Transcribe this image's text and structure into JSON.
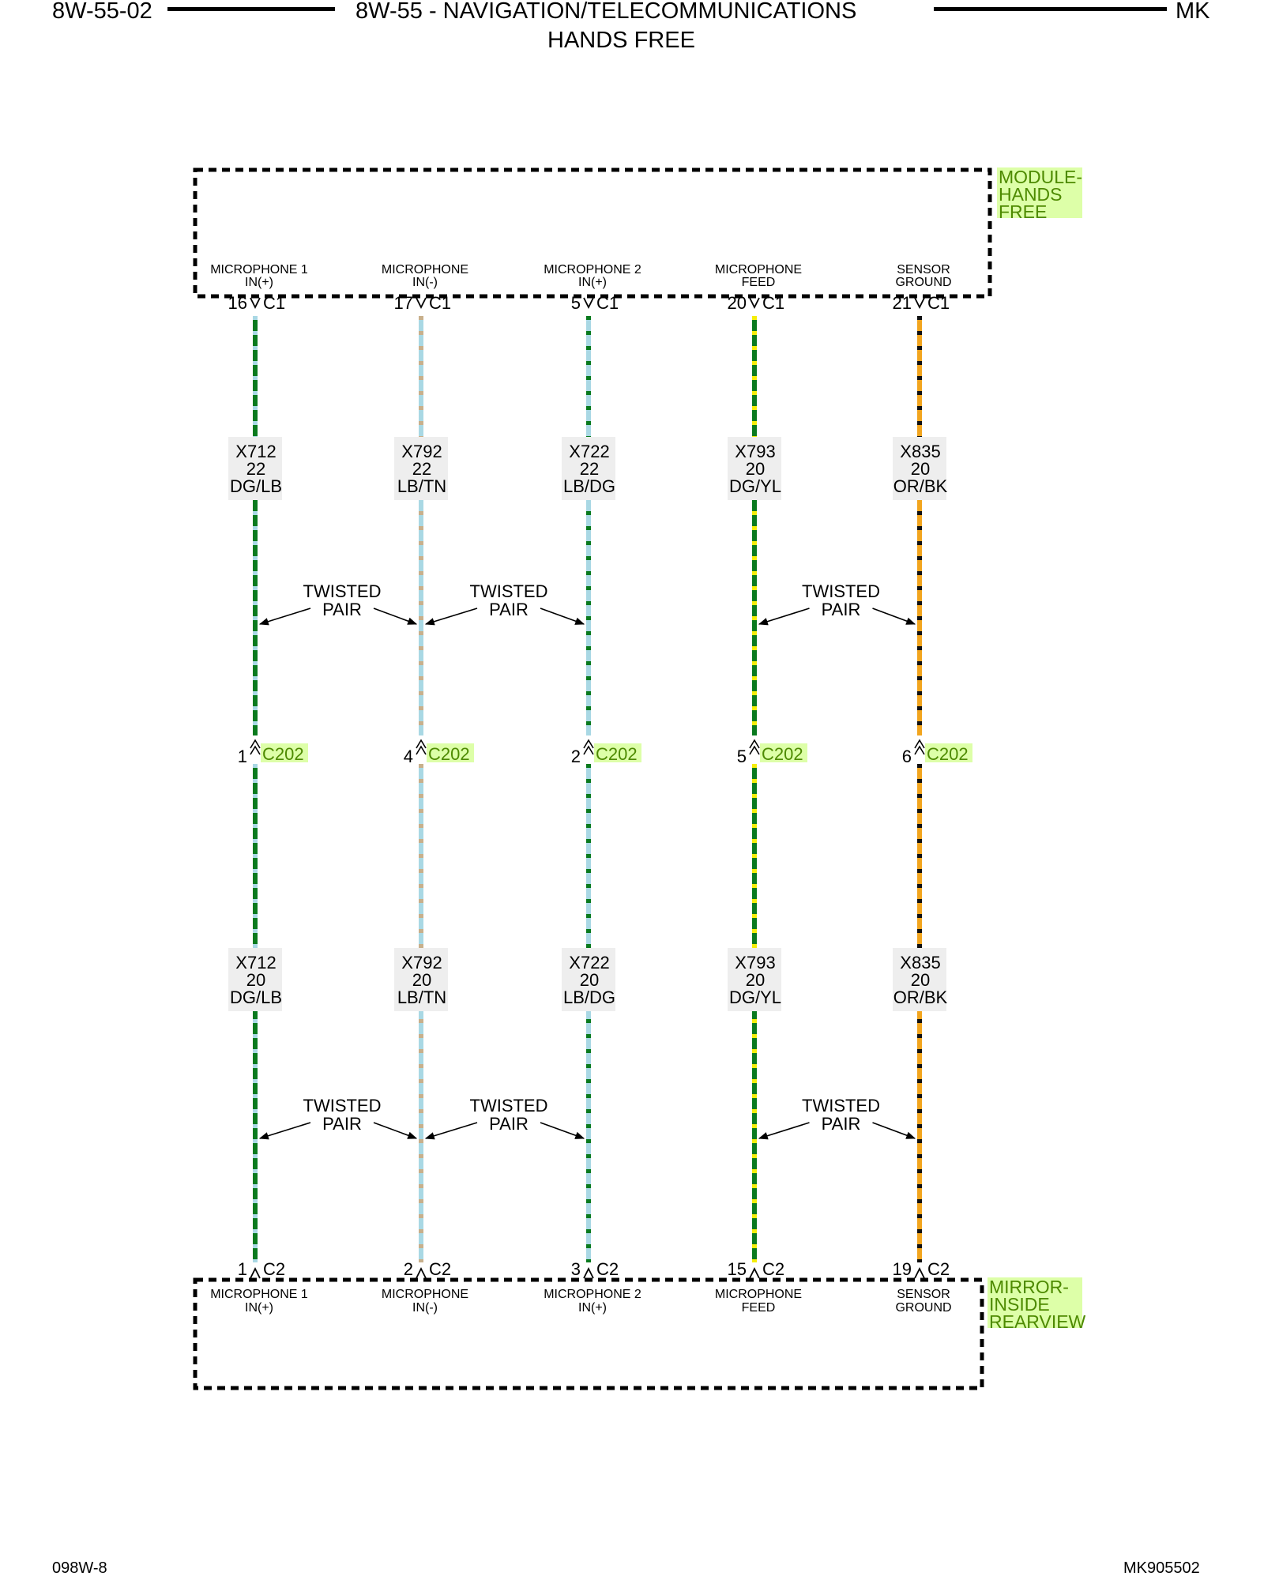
{
  "header": {
    "page_code": "8W-55-02",
    "title_line1": "8W-55 - NAVIGATION/TELECOMMUNICATIONS",
    "title_line2": "HANDS FREE",
    "model": "MK"
  },
  "footer": {
    "left": "098W-8",
    "right": "MK905502"
  },
  "colors": {
    "component_highlight": "#ddffa8",
    "component_text": "#4d8a00",
    "DG": "#0a7a1e",
    "LB": "#a9d8e4",
    "TN": "#c8b08c",
    "YL": "#f5ee0a",
    "OR": "#f2a51e",
    "BK": "#111111"
  },
  "module_top": {
    "name_lines": [
      "MODULE-",
      "HANDS",
      "FREE"
    ],
    "connector": "C1"
  },
  "module_bottom": {
    "name_lines": [
      "MIRROR-",
      "INSIDE",
      "REARVIEW"
    ],
    "connector": "C2"
  },
  "inline_connector": {
    "name": "C202"
  },
  "twisted_pair": {
    "line1": "TWISTED",
    "line2": "PAIR"
  },
  "circuits": [
    {
      "top_pin_label": [
        "MICROPHONE 1",
        "IN(+)"
      ],
      "top_pin": "16",
      "upper_wire": {
        "id": "X712",
        "gauge": "22",
        "color": "DG/LB"
      },
      "c202_pin": "1",
      "lower_wire": {
        "id": "X712",
        "gauge": "20",
        "color": "DG/LB"
      },
      "bottom_pin": "1",
      "bottom_pin_label": [
        "MICROPHONE 1",
        "IN(+)"
      ],
      "base_color": "DG",
      "tracer_color": "LB"
    },
    {
      "top_pin_label": [
        "MICROPHONE",
        "IN(-)"
      ],
      "top_pin": "17",
      "upper_wire": {
        "id": "X792",
        "gauge": "22",
        "color": "LB/TN"
      },
      "c202_pin": "4",
      "lower_wire": {
        "id": "X792",
        "gauge": "20",
        "color": "LB/TN"
      },
      "bottom_pin": "2",
      "bottom_pin_label": [
        "MICROPHONE",
        "IN(-)"
      ],
      "base_color": "LB",
      "tracer_color": "TN"
    },
    {
      "top_pin_label": [
        "MICROPHONE 2",
        "IN(+)"
      ],
      "top_pin": "5",
      "upper_wire": {
        "id": "X722",
        "gauge": "22",
        "color": "LB/DG"
      },
      "c202_pin": "2",
      "lower_wire": {
        "id": "X722",
        "gauge": "20",
        "color": "LB/DG"
      },
      "bottom_pin": "3",
      "bottom_pin_label": [
        "MICROPHONE 2",
        "IN(+)"
      ],
      "base_color": "LB",
      "tracer_color": "DG"
    },
    {
      "top_pin_label": [
        "MICROPHONE",
        "FEED"
      ],
      "top_pin": "20",
      "upper_wire": {
        "id": "X793",
        "gauge": "20",
        "color": "DG/YL"
      },
      "c202_pin": "5",
      "lower_wire": {
        "id": "X793",
        "gauge": "20",
        "color": "DG/YL"
      },
      "bottom_pin": "15",
      "bottom_pin_label": [
        "MICROPHONE",
        "FEED"
      ],
      "base_color": "DG",
      "tracer_color": "YL"
    },
    {
      "top_pin_label": [
        "SENSOR",
        "GROUND"
      ],
      "top_pin": "21",
      "upper_wire": {
        "id": "X835",
        "gauge": "20",
        "color": "OR/BK"
      },
      "c202_pin": "6",
      "lower_wire": {
        "id": "X835",
        "gauge": "20",
        "color": "OR/BK"
      },
      "bottom_pin": "19",
      "bottom_pin_label": [
        "SENSOR",
        "GROUND"
      ],
      "base_color": "OR",
      "tracer_color": "BK"
    }
  ]
}
